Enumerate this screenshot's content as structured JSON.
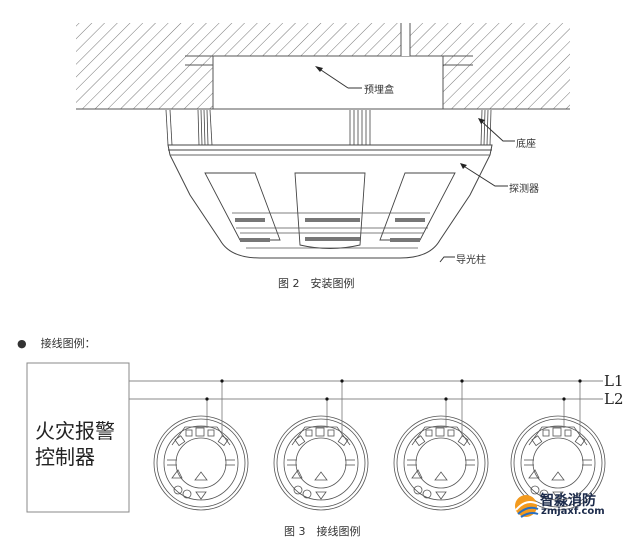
{
  "figure2": {
    "labels": {
      "embedded_box": "预埋盒",
      "base": "底座",
      "detector": "探测器",
      "light_guide": "导光柱"
    },
    "caption": "图 2　安装图例"
  },
  "section": {
    "bullet": "●",
    "heading": "接线图例："
  },
  "figure3": {
    "controller_label_line1": "火灾报警",
    "controller_label_line2": "控制器",
    "bus_lines": [
      "L1",
      "L2"
    ],
    "detector_count": 4,
    "caption": "图 3　接线图例"
  },
  "watermark": {
    "name": "智淼消防",
    "url": "zmjaxf.com",
    "colors": {
      "orange": "#f39a1e",
      "blue": "#2a6fc0",
      "text": "#1b2a4a"
    }
  },
  "colors": {
    "line": "#555555",
    "hatch": "#666666"
  }
}
